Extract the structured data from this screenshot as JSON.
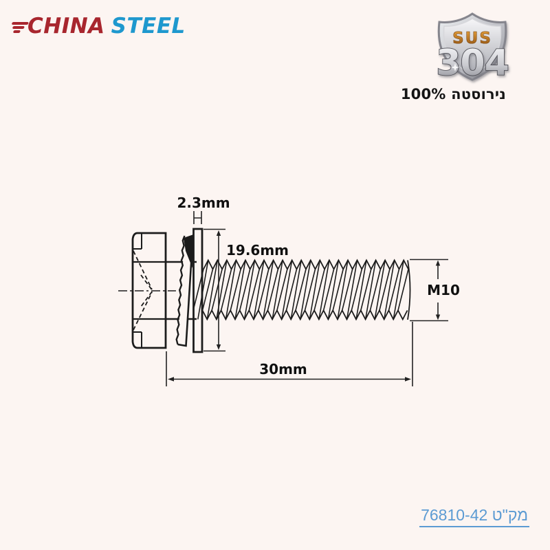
{
  "background": "#fcf5f2",
  "logo": {
    "part1": "CHINA",
    "part2": "STEEL",
    "color_part1": "#a8262e",
    "color_part2": "#1e98ce"
  },
  "badge": {
    "material": "SUS",
    "grade": "304",
    "caption": "נירוסטה 100%"
  },
  "drawing": {
    "type": "technical-drawing-hex-bolt-with-spring-and-flat-washer",
    "dims": {
      "washer_thickness": "2.3mm",
      "washer_diameter": "19.6mm",
      "thread_size": "M10",
      "shaft_length": "30mm"
    },
    "line_color": "#1c1c1c"
  },
  "footer": {
    "sku_label": "מק\"ט",
    "sku_value": "76810-42",
    "link_color": "#5c9bd3"
  }
}
